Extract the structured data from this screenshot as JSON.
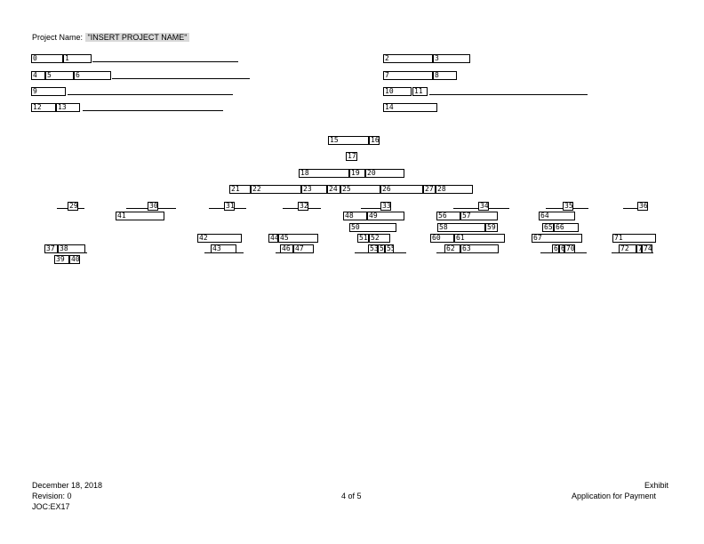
{
  "project": {
    "label": "Project Name:",
    "value": "\"INSERT PROJECT NAME\""
  },
  "fields": [
    "0",
    "1",
    "2",
    "3",
    "4",
    "5",
    "6",
    "7",
    "8",
    "9",
    "10",
    "11",
    "12",
    "13",
    "14",
    "15",
    "16",
    "17",
    "18",
    "19",
    "20",
    "21",
    "22",
    "23",
    "24",
    "25",
    "26",
    "27",
    "28",
    "29",
    "30",
    "31",
    "32",
    "33",
    "34",
    "35",
    "36",
    "37",
    "38",
    "39",
    "40",
    "41",
    "42",
    "43",
    "44",
    "45",
    "46",
    "47",
    "48",
    "49",
    "50",
    "51",
    "52",
    "53",
    "54",
    "55",
    "56",
    "57",
    "58",
    "59",
    "60",
    "61",
    "62",
    "63",
    "64",
    "65",
    "66",
    "67",
    "68",
    "69",
    "70",
    "71",
    "72",
    "73",
    "74"
  ],
  "footer": {
    "date": "December 18, 2018",
    "revision": "Revision:  0",
    "code": "JOC:EX17",
    "page": "4 of 5",
    "exhibit": "Exhibit",
    "doc_title": "Application for Payment"
  }
}
